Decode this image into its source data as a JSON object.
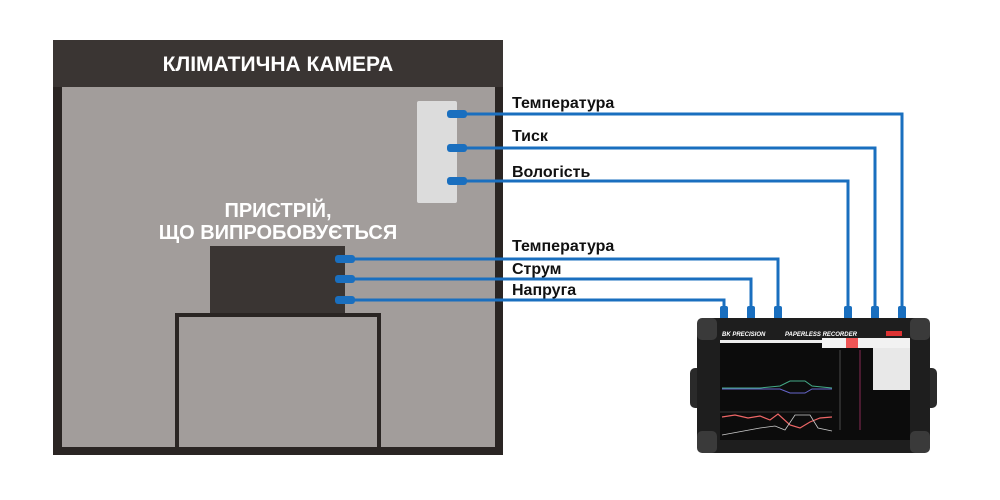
{
  "chamber": {
    "title": "КЛІМАТИЧНА КАМЕРА"
  },
  "device": {
    "line1": "ПРИСТРІЙ,",
    "line2": "ЩО ВИПРОБОВУЄТЬСЯ"
  },
  "chamber_signals": [
    "Температура",
    "Тиск",
    "Вологість"
  ],
  "device_signals": [
    "Температура",
    "Струм",
    "Напруга"
  ],
  "recorder": {
    "brand": "BK PRECISION",
    "model": "PAPERLESS RECORDER"
  },
  "colors": {
    "wire": "#1a6fbf",
    "chamber": "#3a3533",
    "chamber_inner": "#a29d9b"
  }
}
